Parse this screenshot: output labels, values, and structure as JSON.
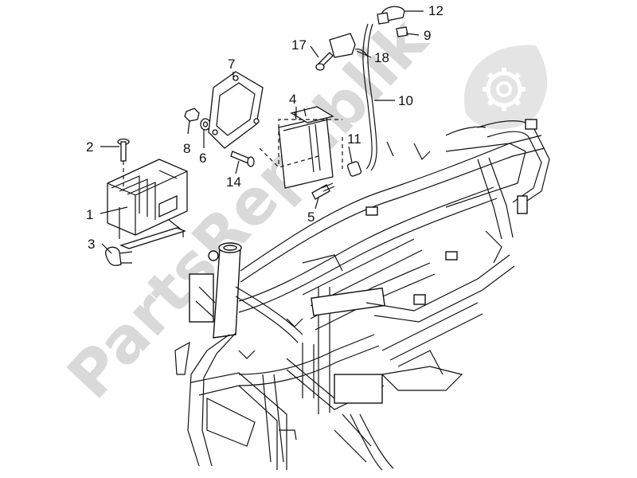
{
  "diagram": {
    "watermark_text": "PartsRepublik",
    "watermark_icon": "gear-icon",
    "callouts": [
      {
        "id": "c1",
        "number": "1"
      },
      {
        "id": "c2",
        "number": "2"
      },
      {
        "id": "c3",
        "number": "3"
      },
      {
        "id": "c4",
        "number": "4"
      },
      {
        "id": "c5",
        "number": "5"
      },
      {
        "id": "c6",
        "number": "6"
      },
      {
        "id": "c7",
        "number": "7"
      },
      {
        "id": "c8",
        "number": "8"
      },
      {
        "id": "c9",
        "number": "9"
      },
      {
        "id": "c10",
        "number": "10"
      },
      {
        "id": "c11",
        "number": "11"
      },
      {
        "id": "c12",
        "number": "12"
      },
      {
        "id": "c14",
        "number": "14"
      },
      {
        "id": "c17",
        "number": "17"
      },
      {
        "id": "c18",
        "number": "18"
      }
    ]
  }
}
